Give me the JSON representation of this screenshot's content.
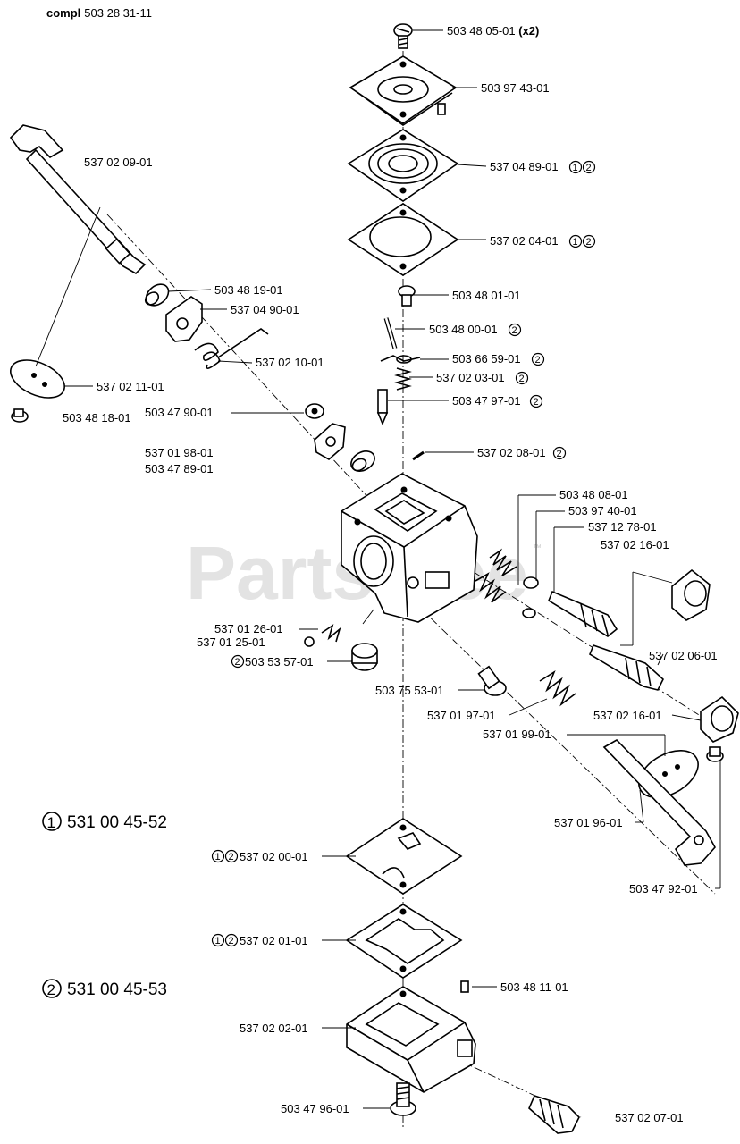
{
  "header": {
    "prefix": "compl",
    "number": "503 28 31-11"
  },
  "watermark": {
    "text": "PartsTree",
    "mark": "™"
  },
  "kits": [
    {
      "id": "kit1",
      "marker": "1",
      "number": "531 00 45-52"
    },
    {
      "id": "kit2",
      "marker": "2",
      "number": "531 00 45-53"
    }
  ],
  "labels": [
    {
      "id": "l01",
      "text": "503 48 05-01",
      "suffix": "(x2)",
      "marks": []
    },
    {
      "id": "l02",
      "text": "503 97 43-01",
      "marks": []
    },
    {
      "id": "l03",
      "text": "537 04 89-01",
      "marks": [
        "1",
        "2"
      ]
    },
    {
      "id": "l04",
      "text": "537 02 04-01",
      "marks": [
        "1",
        "2"
      ]
    },
    {
      "id": "l05",
      "text": "503 48 01-01",
      "marks": []
    },
    {
      "id": "l06",
      "text": "503 48 00-01",
      "marks": [
        "2"
      ]
    },
    {
      "id": "l07",
      "text": "503 66 59-01",
      "marks": [
        "2"
      ]
    },
    {
      "id": "l08",
      "text": "537 02 03-01",
      "marks": [
        "2"
      ]
    },
    {
      "id": "l09",
      "text": "503 47 97-01",
      "marks": [
        "2"
      ]
    },
    {
      "id": "l10",
      "text": "537 02 08-01",
      "marks": [
        "2"
      ]
    },
    {
      "id": "l11",
      "text": "537 02 09-01",
      "marks": []
    },
    {
      "id": "l12",
      "text": "503 48 19-01",
      "marks": []
    },
    {
      "id": "l13",
      "text": "537 04 90-01",
      "marks": []
    },
    {
      "id": "l14",
      "text": "537 02 10-01",
      "marks": []
    },
    {
      "id": "l15",
      "text": "537 02 11-01",
      "marks": []
    },
    {
      "id": "l16",
      "text": "503 48 18-01",
      "marks": []
    },
    {
      "id": "l17",
      "text": "503 47 90-01",
      "marks": []
    },
    {
      "id": "l18",
      "text": "537 01 98-01",
      "marks": []
    },
    {
      "id": "l19",
      "text": "503 47 89-01",
      "marks": []
    },
    {
      "id": "l20",
      "text": "503 48 08-01",
      "marks": []
    },
    {
      "id": "l21",
      "text": "503 97 40-01",
      "marks": []
    },
    {
      "id": "l22",
      "text": "537 12 78-01",
      "marks": []
    },
    {
      "id": "l23",
      "text": "537 02 16-01",
      "marks": []
    },
    {
      "id": "l24",
      "text": "537 01 26-01",
      "marks": []
    },
    {
      "id": "l25",
      "text": "537 01 25-01",
      "marks": []
    },
    {
      "id": "l26",
      "text": "503 53 57-01",
      "prefixMarks": [
        "2"
      ],
      "marks": []
    },
    {
      "id": "l27",
      "text": "537 02 06-01",
      "marks": []
    },
    {
      "id": "l28",
      "text": "503 75 53-01",
      "marks": []
    },
    {
      "id": "l29",
      "text": "537 01 97-01",
      "marks": []
    },
    {
      "id": "l30",
      "text": "537 02 16-01",
      "marks": []
    },
    {
      "id": "l31",
      "text": "537 01 99-01",
      "marks": []
    },
    {
      "id": "l32",
      "text": "537 01 96-01",
      "marks": []
    },
    {
      "id": "l33",
      "text": "503 47 92-01",
      "marks": []
    },
    {
      "id": "l34",
      "text": "537 02 00-01",
      "prefixMarks": [
        "1",
        "2"
      ],
      "marks": []
    },
    {
      "id": "l35",
      "text": "537 02 01-01",
      "prefixMarks": [
        "1",
        "2"
      ],
      "marks": []
    },
    {
      "id": "l36",
      "text": "503 48 11-01",
      "marks": []
    },
    {
      "id": "l37",
      "text": "537 02 02-01",
      "marks": []
    },
    {
      "id": "l38",
      "text": "503 47 96-01",
      "marks": []
    },
    {
      "id": "l39",
      "text": "537 02 07-01",
      "marks": []
    }
  ]
}
